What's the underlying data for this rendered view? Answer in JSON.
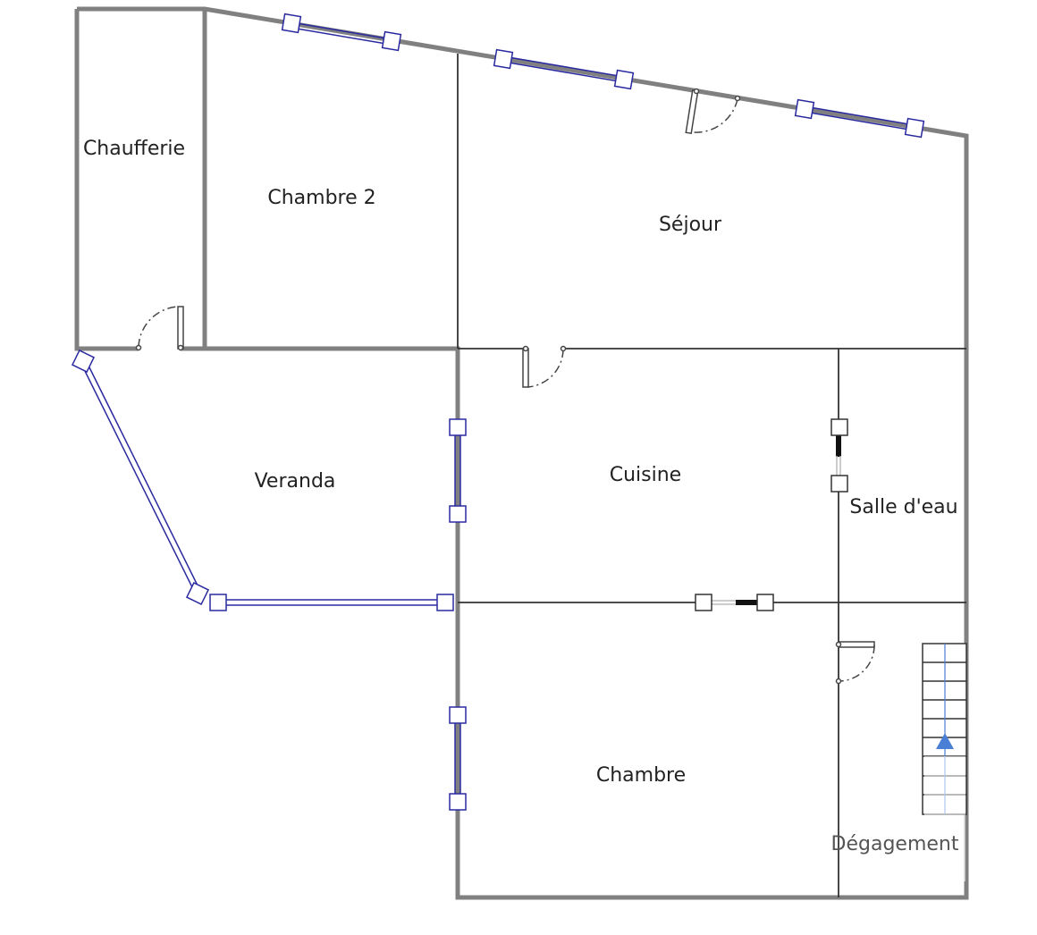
{
  "plan": {
    "rooms": [
      {
        "id": "chaufferie",
        "label": "Chaufferie"
      },
      {
        "id": "chambre2",
        "label": "Chambre 2"
      },
      {
        "id": "sejour",
        "label": "Séjour"
      },
      {
        "id": "veranda",
        "label": "Veranda"
      },
      {
        "id": "cuisine",
        "label": "Cuisine"
      },
      {
        "id": "salle_eau",
        "label": "Salle d'eau"
      },
      {
        "id": "chambre",
        "label": "Chambre"
      },
      {
        "id": "degagement",
        "label": "Dégagement"
      }
    ],
    "colors": {
      "exterior_wall": "#808080",
      "interior_wall": "#333333",
      "window": "#2a2aa0",
      "door": "#444444",
      "stair": "#333333",
      "stair_arrow": "#4a7fd6",
      "label": "#222222"
    }
  }
}
